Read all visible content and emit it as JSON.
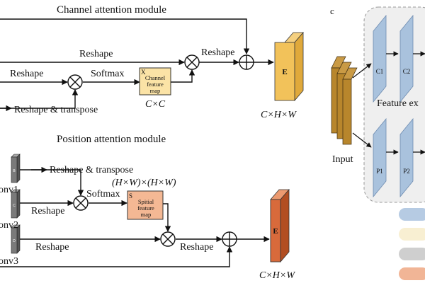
{
  "channel": {
    "title": "Channel attention module",
    "reshape_top": "Reshape",
    "reshape_left": "Reshape",
    "softmax": "Softmax",
    "reshape_transpose": "Reshape & transpose",
    "box_letter": "X",
    "box_text_1": "Channel",
    "box_text_2": "feature",
    "box_text_3": "map",
    "box_dim": "C×C",
    "reshape_out": "Reshape",
    "output_letter": "E",
    "output_dim": "C×H×W"
  },
  "position": {
    "title": "Position attention module",
    "reshape_transpose": "Reshape & transpose",
    "dim": "(H×W)×(H×W)",
    "softmax": "Softmax",
    "reshape_conv2": "Reshape",
    "reshape_conv3": "Reshape",
    "box_letter": "S",
    "box_text_1": "Spitial",
    "box_text_2": "feature",
    "box_text_3": "map",
    "reshape_out": "Reshape",
    "output_letter": "E",
    "output_dim": "C×H×W",
    "conv1": "onv1",
    "conv2": "onv2",
    "conv3": "onv3",
    "conv1_tag": "B",
    "conv2_tag": "C",
    "conv3_tag": "D"
  },
  "panel_c": {
    "label": "c",
    "input": "Input",
    "feature_ex": "Feature ex",
    "c1": "C1",
    "c2": "C2",
    "p1": "P1",
    "p2": "P2"
  },
  "colors": {
    "channel_box": "#fbe3a6",
    "channel_output": "#f2c25a",
    "spatial_box": "#f4b894",
    "position_output": "#d86a3b",
    "conv": "#7a7a7a",
    "input": "#b8862c",
    "feature_card": "#a9c2dd",
    "panel_bg": "#efefef",
    "legend": [
      "#b6cbe3",
      "#f8efd2",
      "#cfcfcf",
      "#f1b596"
    ]
  }
}
